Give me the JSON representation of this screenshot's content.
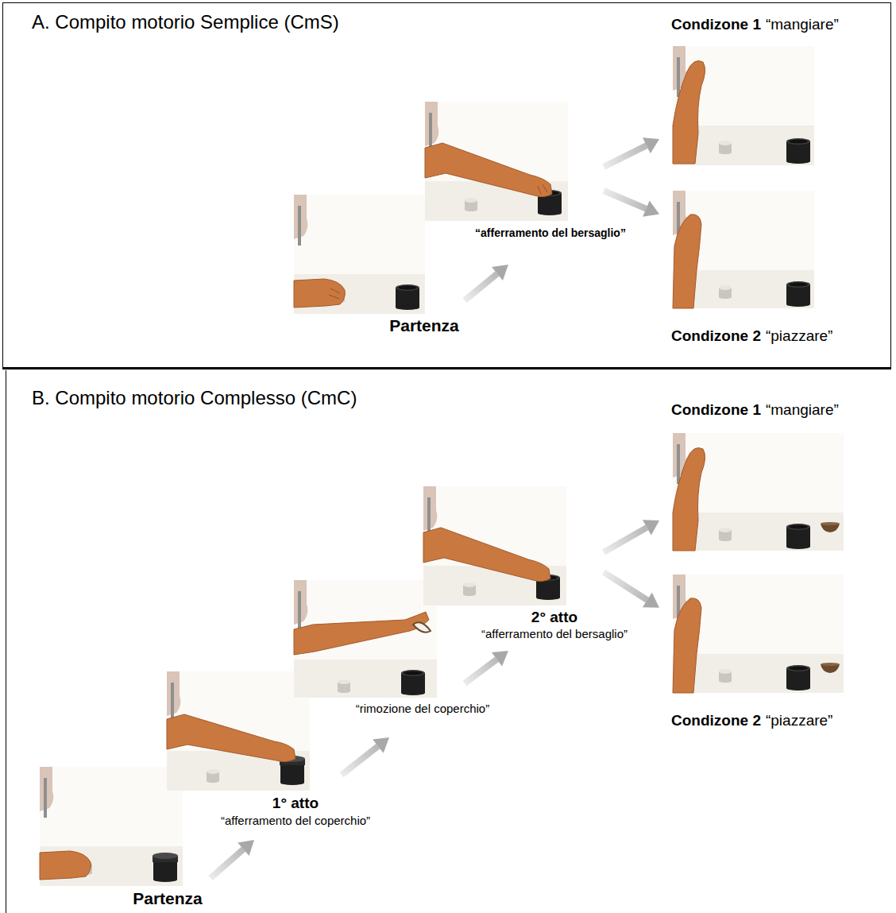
{
  "diagram": {
    "nodes": [
      {
        "text": [
          "A. Compito motorio Semplice (CmS)"
        ]
      },
      {
        "text": [
          "Partenza"
        ],
        "in": 0
      },
      {
        "text": [
          "“afferramento del bersaglio”"
        ],
        "in": 0
      },
      {
        "text": [
          "Condizone 1",
          "“mangiare”"
        ],
        "in": 0
      },
      {
        "text": [
          "Condizone 2",
          "“piazzare”"
        ],
        "in": 0
      },
      {
        "text": [
          "B. Compito motorio Complesso (CmC)"
        ]
      },
      {
        "text": [
          "Partenza"
        ],
        "in": 5
      },
      {
        "text": [
          "1° atto",
          "“afferramento del coperchio”"
        ],
        "in": 5
      },
      {
        "text": [
          "“rimozione del coperchio”"
        ],
        "in": 5
      },
      {
        "text": [
          "2° atto",
          "“afferramento del bersaglio”"
        ],
        "in": 5
      },
      {
        "text": [
          "Condizone 1",
          "“mangiare”"
        ],
        "in": 5
      },
      {
        "text": [
          "Condizone 2",
          "“piazzare”"
        ],
        "in": 5
      }
    ],
    "edges": [
      {
        "from": 1,
        "to": 2,
        "arrow": "to"
      },
      {
        "from": 2,
        "to": 3,
        "arrow": "to"
      },
      {
        "from": 2,
        "to": 4,
        "arrow": "to"
      },
      {
        "from": 6,
        "to": 7,
        "arrow": "to"
      },
      {
        "from": 7,
        "to": 8,
        "arrow": "to"
      },
      {
        "from": 8,
        "to": 9,
        "arrow": "to"
      },
      {
        "from": 9,
        "to": 10,
        "arrow": "to"
      },
      {
        "from": 9,
        "to": 11,
        "arrow": "to"
      }
    ]
  }
}
